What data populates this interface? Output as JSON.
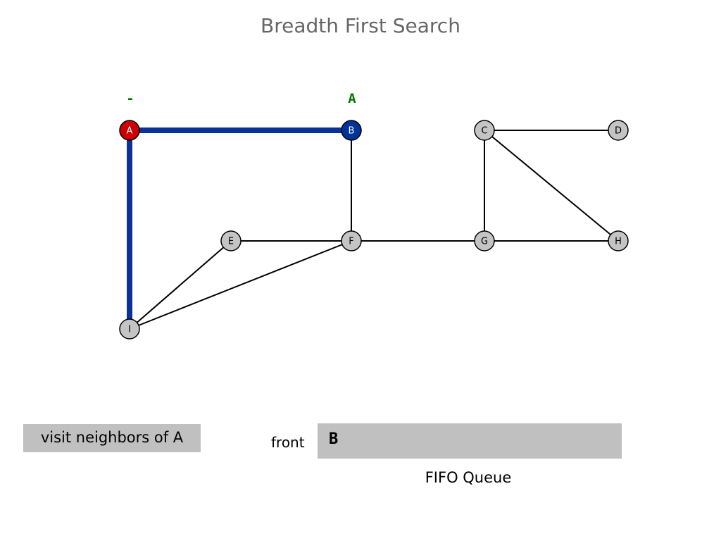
{
  "title": "Breadth First Search",
  "colors": {
    "tree_edge": "#0a3296",
    "edge": "#000000",
    "node_unvisited": "#c4c4c4",
    "node_current": "#cc0000",
    "node_visited": "#003399",
    "parent_label": "#007700",
    "panel_bg": "#c0c0c0"
  },
  "graph": {
    "nodes": [
      {
        "id": "A",
        "label": "A",
        "state": "current",
        "parent": "-"
      },
      {
        "id": "B",
        "label": "B",
        "state": "visited",
        "parent": "A"
      },
      {
        "id": "C",
        "label": "C",
        "state": "unvisited",
        "parent": ""
      },
      {
        "id": "D",
        "label": "D",
        "state": "unvisited",
        "parent": ""
      },
      {
        "id": "E",
        "label": "E",
        "state": "unvisited",
        "parent": ""
      },
      {
        "id": "F",
        "label": "F",
        "state": "unvisited",
        "parent": ""
      },
      {
        "id": "G",
        "label": "G",
        "state": "unvisited",
        "parent": ""
      },
      {
        "id": "H",
        "label": "H",
        "state": "unvisited",
        "parent": ""
      },
      {
        "id": "I",
        "label": "I",
        "state": "unvisited",
        "parent": ""
      }
    ],
    "edges": [
      {
        "from": "A",
        "to": "B",
        "tree": true
      },
      {
        "from": "A",
        "to": "I",
        "tree": true
      },
      {
        "from": "B",
        "to": "F",
        "tree": false
      },
      {
        "from": "C",
        "to": "D",
        "tree": false
      },
      {
        "from": "C",
        "to": "G",
        "tree": false
      },
      {
        "from": "C",
        "to": "H",
        "tree": false
      },
      {
        "from": "E",
        "to": "F",
        "tree": false
      },
      {
        "from": "E",
        "to": "I",
        "tree": false
      },
      {
        "from": "F",
        "to": "G",
        "tree": false
      },
      {
        "from": "F",
        "to": "I",
        "tree": false
      },
      {
        "from": "G",
        "to": "H",
        "tree": false
      }
    ]
  },
  "status": "visit neighbors of A",
  "queue": {
    "front_label": "front",
    "items": [
      "B"
    ],
    "caption": "FIFO Queue"
  }
}
